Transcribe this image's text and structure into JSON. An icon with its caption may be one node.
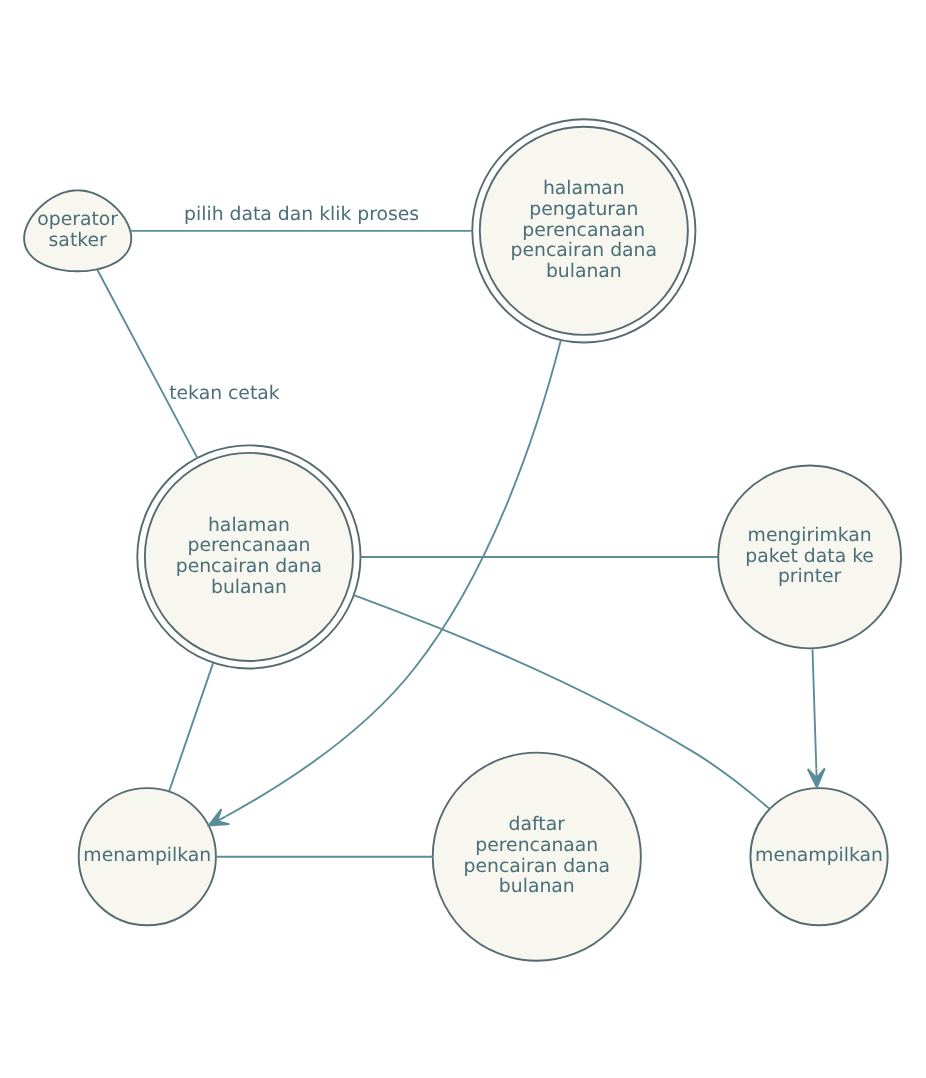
{
  "diagram": {
    "nodes": [
      {
        "text": [
          "operator satker"
        ]
      },
      {
        "text": [
          "halaman pengaturan perencanaan pencairan dana bulanan"
        ]
      },
      {
        "text": [
          "menampilkan"
        ]
      },
      {
        "text": [
          "daftar perencanaan pencairan dana bulanan"
        ]
      },
      {
        "text": [
          "halaman perencanaan pencairan dana bulanan"
        ]
      },
      {
        "text": [
          "mengirimkan paket data ke printer"
        ]
      },
      {
        "text": [
          "menampilkan"
        ]
      }
    ],
    "edges": [
      {
        "from": 0,
        "to": 1,
        "arrow": "none",
        "label": "pilih data dan klik proses"
      },
      {
        "from": 1,
        "to": 2,
        "arrow": "to"
      },
      {
        "from": 2,
        "to": 3,
        "arrow": "none"
      },
      {
        "from": 0,
        "to": 4,
        "arrow": "none",
        "label": "tekan cetak"
      },
      {
        "from": 4,
        "to": 2,
        "arrow": "none"
      },
      {
        "from": 4,
        "to": 5,
        "arrow": "none"
      },
      {
        "from": 5,
        "to": 6,
        "arrow": "to"
      },
      {
        "from": 4,
        "to": 6,
        "arrow": "none"
      }
    ]
  }
}
